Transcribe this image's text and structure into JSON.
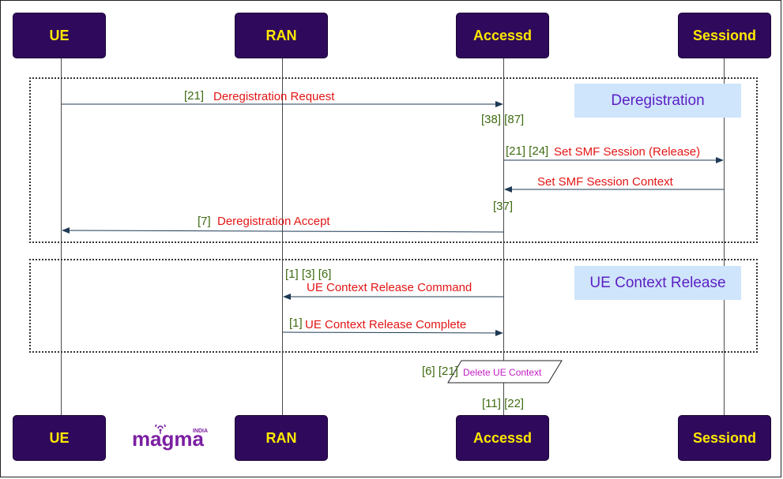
{
  "actors_top": [
    "UE",
    "RAN",
    "Accessd",
    "Sessiond"
  ],
  "actors_bottom": [
    "UE",
    "RAN",
    "Accessd",
    "Sessiond"
  ],
  "groups": [
    {
      "label": "Deregistration"
    },
    {
      "label": "UE Context Release"
    }
  ],
  "messages": [
    {
      "num": "[21]",
      "text": "Deregistration Request"
    },
    {
      "num": "[21] [24]",
      "text": "Set SMF Session (Release)"
    },
    {
      "num": "",
      "text": "Set SMF Session Context"
    },
    {
      "num": "[7]",
      "text": "Deregistration Accept"
    },
    {
      "num": "[1] [3] [6]",
      "text": "UE Context Release Command"
    },
    {
      "num": "[1]",
      "text": "UE Context Release Complete"
    }
  ],
  "annotations": {
    "accessd_after_request": "[38] [87]",
    "accessd_after_context": "[37]",
    "note_refs": "[6] [21]",
    "accessd_bottom_refs": "[11] [22]"
  },
  "note": {
    "text": "Delete UE Context"
  },
  "logo": {
    "text": "magma",
    "tag": "INDIA"
  },
  "colors": {
    "actor_fill": "#2f0a5c",
    "actor_text": "#ffe800",
    "group_label_fill": "#cfe5fb",
    "group_label_text": "#5b1fc4",
    "message_text": "#e31515",
    "ref_text": "#3f6b12",
    "note_text": "#c41cc4",
    "arrow": "#1f3a55"
  }
}
